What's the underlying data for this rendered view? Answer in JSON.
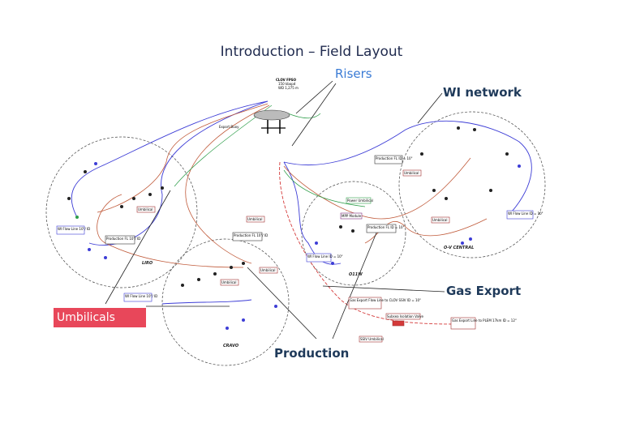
{
  "title": "Introduction – Field Layout",
  "callouts": {
    "risers": "Risers",
    "wi_network": "WI network",
    "gas_export": "Gas Export",
    "production": "Production",
    "umbilicals": "Umbilicals"
  },
  "labels": {
    "fpso": "CLOV FPSO",
    "fpso_sub": "150 kbopd",
    "fpso_depth": "WD 1,275 m",
    "export_buoy": "Export Buoy",
    "liro": "LIRO",
    "cravo": "CRAVO",
    "o11w": "O11W",
    "ov_central": "O-V CENTRAL",
    "wi_flowline_1": "WI Flow Line 10\"/ ID",
    "wi_flowline_2": "WI Flow Line 10\"/ ID",
    "wi_flowline_3": "WI Flow Line ID = 10\"",
    "wi_flowline_4": "WI Flow Line ID = 10\"",
    "production_fl_1": "Production FL 10\"/ ID",
    "production_fl_2": "Production FL 10\"/ ID",
    "production_fl_3": "Production FL ID = 10\"",
    "production_fl_4": "Production FL ID = 10\"",
    "power_umbilical": "Power Umbilical",
    "mpp_module": "MPP Module",
    "umbilical_1": "Umbilical",
    "umbilical_2": "Umbilical",
    "umbilical_3": "Umbilical",
    "umbilical_4": "Umbilical",
    "umbilical_5": "Umbilical",
    "umbilical_6": "Umbilical",
    "gas_export_line": "Gas Export Flow Line to CLOV SSIV ID = 10\"",
    "subsea_isolation": "Subsea Isolation Valve",
    "gas_export_plem": "Gas Export Line to PLEM 17km ID = 12\"",
    "ssiv_umbilical": "SSIV Umbilical"
  },
  "colors": {
    "title": "#1f2a4e",
    "risers": "#3a7bd5",
    "callout": "#1f3a5a",
    "umbilical_box": "#e8475a",
    "wi_line": "#3d3dd6",
    "production_line": "#c05a3a",
    "gas_line": "#d43a3a",
    "umbilical_line": "#2e9e4a"
  }
}
